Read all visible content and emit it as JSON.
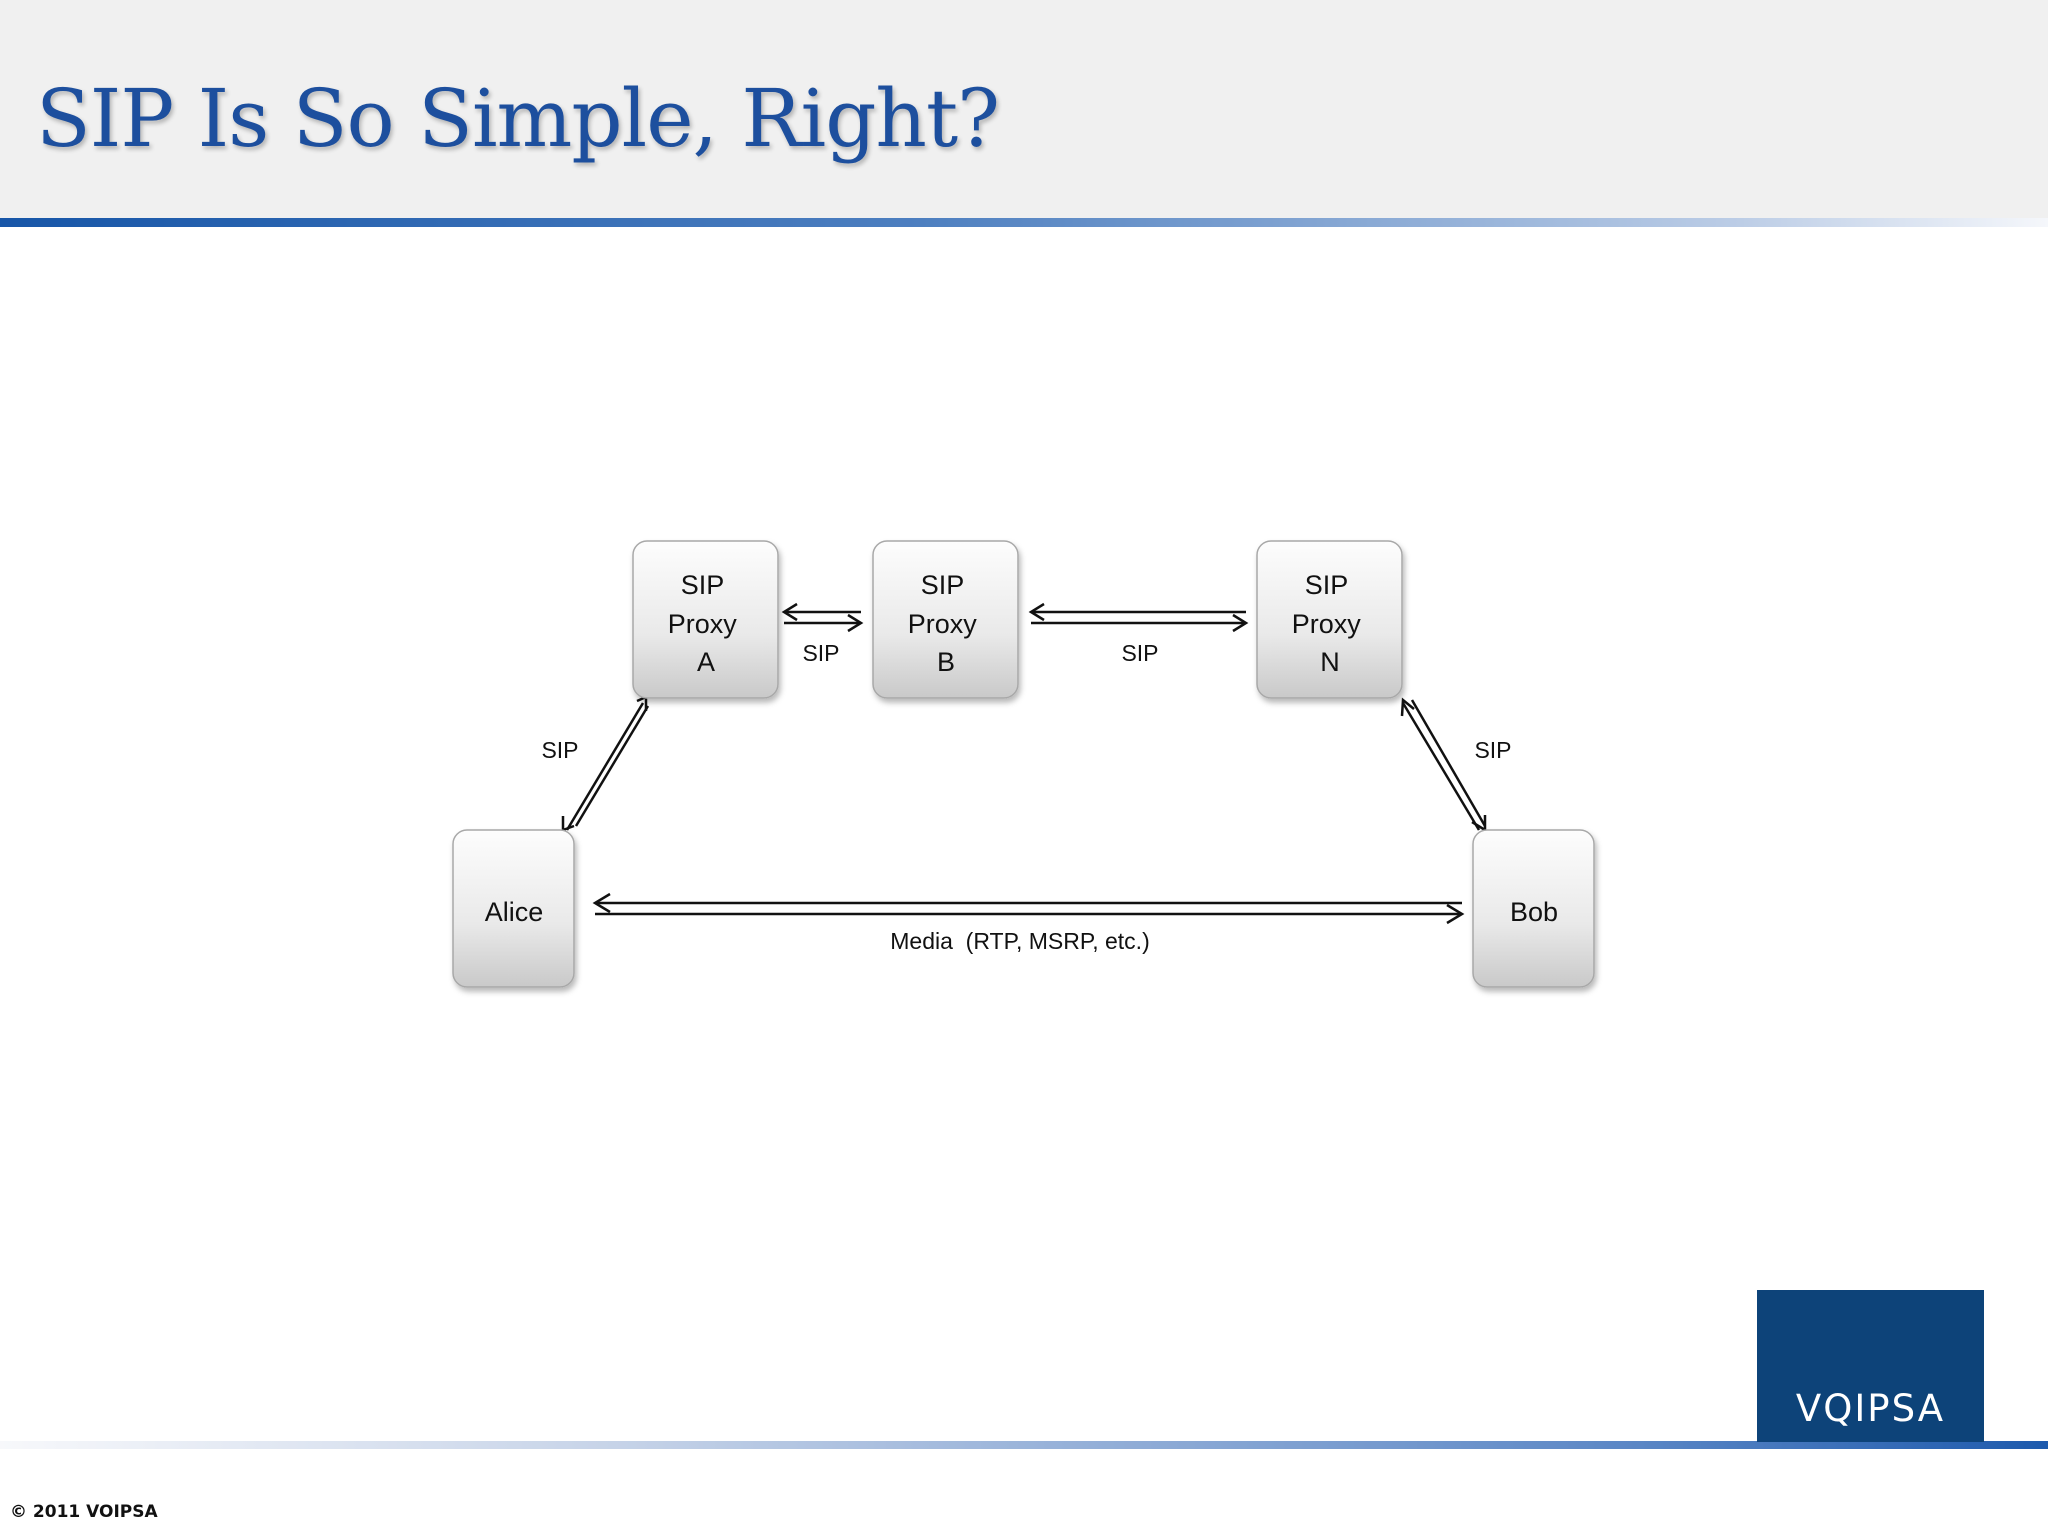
{
  "slide": {
    "title": "SIP Is So Simple, Right?",
    "copyright": "© 2011 VOIPSA",
    "logo_text": "VQIPSA",
    "colors": {
      "title": "#1d4f9e",
      "header_band": "#f0f0f0",
      "rule": "#1756a8",
      "logo_background": "#0d4379"
    }
  },
  "diagram": {
    "nodes": [
      {
        "id": "proxy-a",
        "lines": [
          "SIP",
          "Proxy",
          "A"
        ]
      },
      {
        "id": "proxy-b",
        "lines": [
          "SIP",
          "Proxy",
          "B"
        ]
      },
      {
        "id": "proxy-n",
        "lines": [
          "SIP",
          "Proxy",
          "N"
        ]
      },
      {
        "id": "alice",
        "lines": [
          "Alice"
        ]
      },
      {
        "id": "bob",
        "lines": [
          "Bob"
        ]
      }
    ],
    "edges": [
      {
        "from": "alice",
        "to": "proxy-a",
        "label": "SIP"
      },
      {
        "from": "proxy-a",
        "to": "proxy-b",
        "label": "SIP"
      },
      {
        "from": "proxy-b",
        "to": "proxy-n",
        "label": "SIP"
      },
      {
        "from": "proxy-n",
        "to": "bob",
        "label": "SIP"
      },
      {
        "from": "alice",
        "to": "bob",
        "label": "Media  (RTP, MSRP, etc.)"
      }
    ]
  }
}
